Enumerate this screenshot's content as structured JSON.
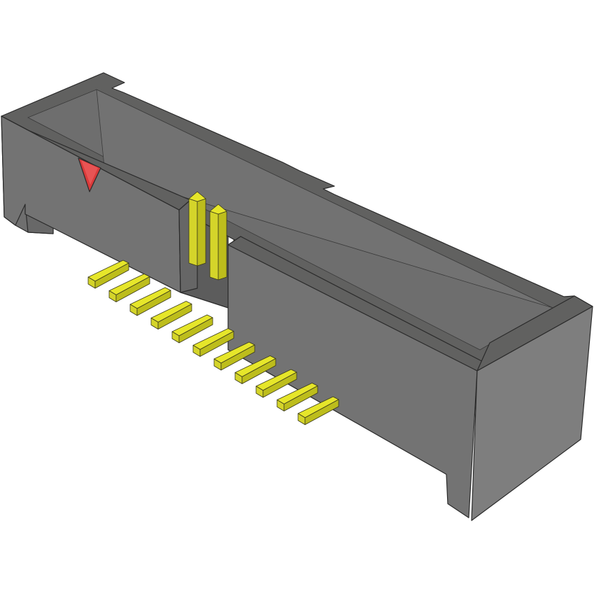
{
  "image": {
    "subject": "Shrouded box header connector, 3D render",
    "description": "2 x 11 pin (22 position) shrouded header with gray body, yellow pins, central polarization key slot and red pin-1 triangle marker",
    "rows": 2,
    "pins_per_row": 11,
    "total_pins": 22
  },
  "colors": {
    "background": "#ffffff",
    "body_top": "#616160",
    "body_front": "#737373",
    "body_side": "#7e7e7e",
    "body_inner": "#6b6b6b",
    "pin_light": "#e6e62a",
    "pin_mid": "#d4d42a",
    "pin_dark": "#bdbd1c",
    "marker_red": "#d93a3a",
    "edge": "#2b2b2b"
  }
}
